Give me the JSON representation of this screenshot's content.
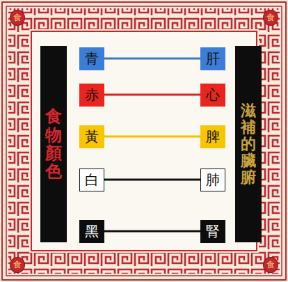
{
  "diagram": {
    "nodes": [
      {
        "text": [
          "食"
        ]
      },
      {
        "text": [
          "食"
        ]
      },
      {
        "text": [
          "食物顏色"
        ]
      },
      {
        "text": [
          "滋補的臟腑"
        ]
      },
      {
        "text": [
          "青"
        ]
      },
      {
        "text": [
          "肝"
        ]
      },
      {
        "text": [
          "赤"
        ]
      },
      {
        "text": [
          "心"
        ]
      },
      {
        "text": [
          "黃"
        ]
      },
      {
        "text": [
          "脾"
        ]
      },
      {
        "text": [
          "白"
        ]
      },
      {
        "text": [
          "肺"
        ]
      },
      {
        "text": [
          "黑"
        ]
      },
      {
        "text": [
          "腎"
        ]
      },
      {
        "text": [
          "食"
        ]
      },
      {
        "text": [
          "食"
        ]
      }
    ],
    "edges": [
      {
        "from": 4,
        "to": 5,
        "arrow": "none"
      },
      {
        "from": 6,
        "to": 7,
        "arrow": "none"
      },
      {
        "from": 8,
        "to": 9,
        "arrow": "none"
      },
      {
        "from": 10,
        "to": 11,
        "arrow": "none"
      },
      {
        "from": 12,
        "to": 13,
        "arrow": "none"
      }
    ]
  }
}
